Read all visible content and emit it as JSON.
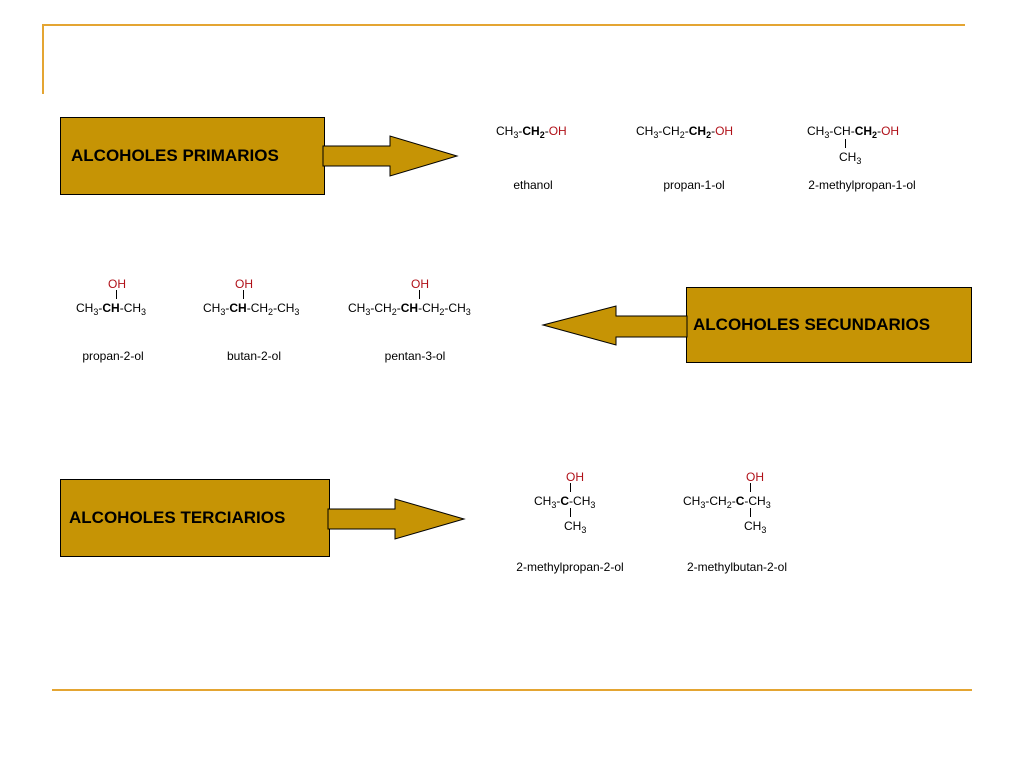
{
  "colors": {
    "accent_line": "#E4A532",
    "box_fill": "#C69405",
    "oh_color": "#B01018"
  },
  "categories": {
    "primary": {
      "label": "ALCOHOLES PRIMARIOS"
    },
    "secondary": {
      "label": "ALCOHOLES SECUNDARIOS"
    },
    "tertiary": {
      "label": "ALCOHOLES TERCIARIOS"
    }
  },
  "molecules": {
    "ethanol": {
      "name": "ethanol"
    },
    "propan1ol": {
      "name": "propan-1-ol"
    },
    "methylpropan1ol": {
      "name": "2-methylpropan-1-ol"
    },
    "propan2ol": {
      "name": "propan-2-ol"
    },
    "butan2ol": {
      "name": "butan-2-ol"
    },
    "pentan3ol": {
      "name": "pentan-3-ol"
    },
    "methylpropan2ol": {
      "name": "2-methylpropan-2-ol"
    },
    "methylbutan2ol": {
      "name": "2-methylbutan-2-ol"
    }
  },
  "groups": {
    "ch3": "CH",
    "ch2": "CH",
    "ch": "CH",
    "c": "C",
    "oh": "OH",
    "three": "3",
    "two": "2",
    "dash": "-"
  }
}
